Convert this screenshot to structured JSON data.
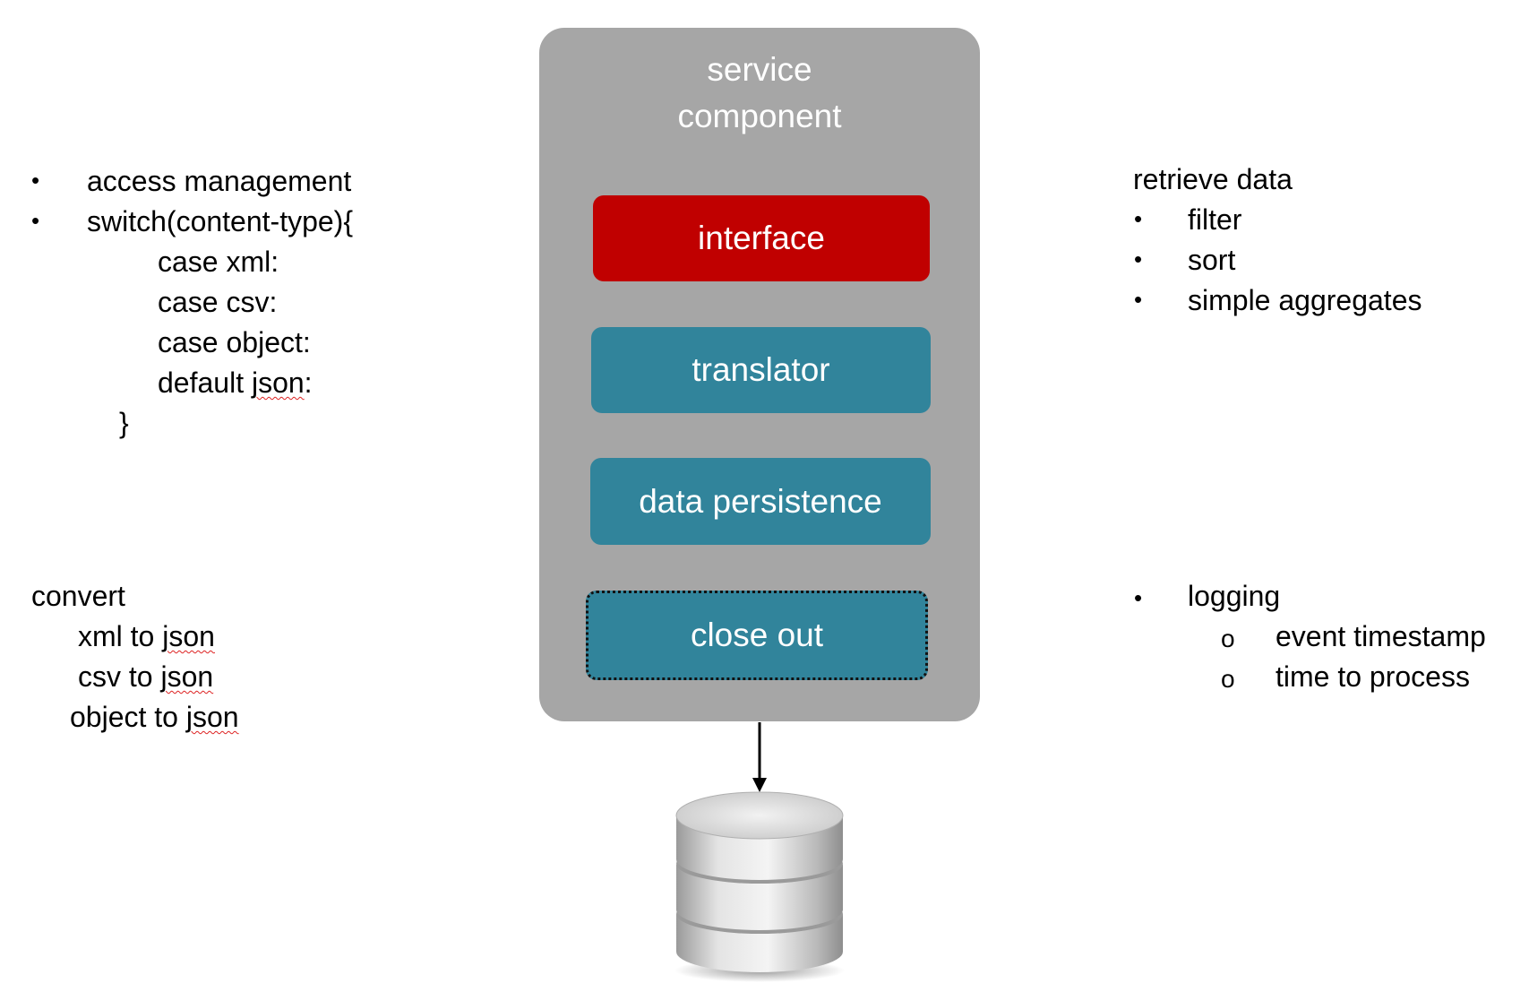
{
  "service": {
    "title_line1": "service",
    "title_line2": "component",
    "layers": [
      {
        "label": "interface",
        "color": "#c00000"
      },
      {
        "label": "translator",
        "color": "#31849b"
      },
      {
        "label": "data persistence",
        "color": "#31849b"
      },
      {
        "label": "close out",
        "color": "#31849b",
        "border": "dotted"
      }
    ]
  },
  "left_top": {
    "bullets": [
      "access management",
      "switch(content-type){"
    ],
    "cases": [
      "case xml:",
      "case csv:",
      "case object:"
    ],
    "default_prefix": "default ",
    "default_word": "json",
    "default_suffix": ":",
    "closing": "}"
  },
  "left_bottom": {
    "heading": "convert",
    "lines": [
      {
        "prefix": "xml to ",
        "word": "json"
      },
      {
        "prefix": "csv to ",
        "word": "json"
      },
      {
        "prefix": "object to ",
        "word": "json"
      }
    ]
  },
  "right_top": {
    "heading": "retrieve data",
    "bullets": [
      "filter",
      "sort",
      "simple aggregates"
    ]
  },
  "right_bottom": {
    "bullet": "logging",
    "sub_bullets": [
      "event timestamp",
      "time to process"
    ]
  },
  "icons": {
    "bullet": "•",
    "sub_bullet": "o",
    "database": "database-icon"
  }
}
